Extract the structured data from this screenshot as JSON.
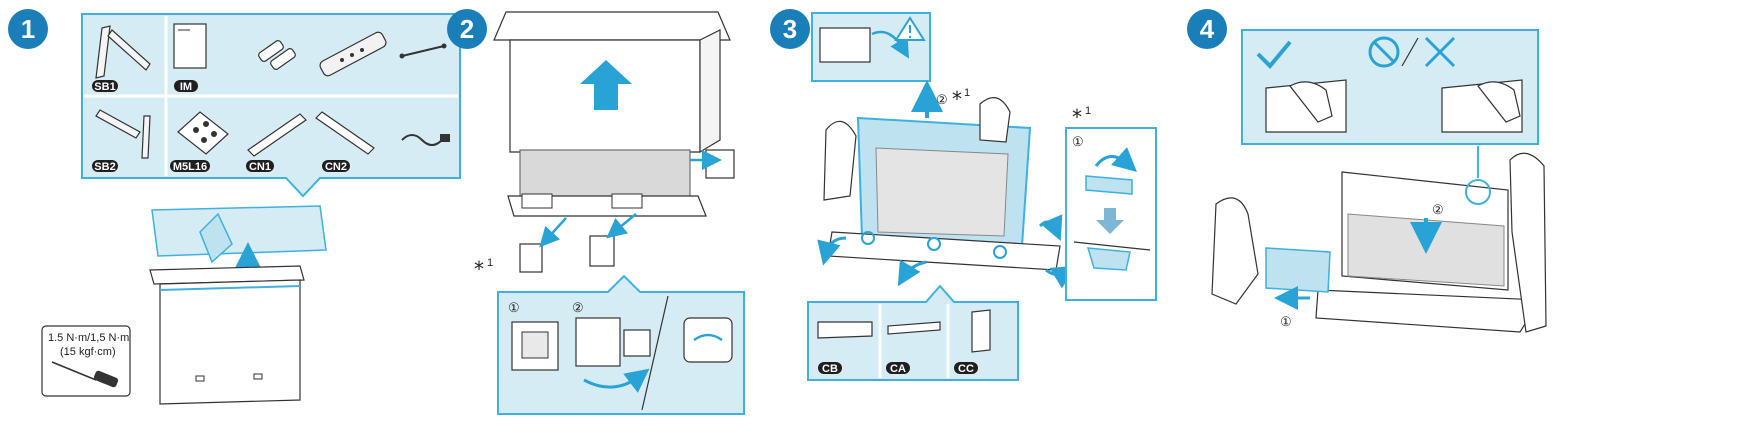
{
  "steps": [
    "1",
    "2",
    "3",
    "4"
  ],
  "step1": {
    "parts": [
      "SB1",
      "IM",
      "SB2",
      "M5L16",
      "CN1",
      "CN2"
    ],
    "torque_line1": "1.5 N·m/1,5 N·m",
    "torque_line2": "(15 kgf·cm)"
  },
  "step2": {
    "star": "*",
    "star_sup": "1",
    "sub_steps": [
      "①",
      "②"
    ]
  },
  "step3": {
    "order_label": "②",
    "star": "*",
    "star_sup": "1",
    "sub_steps": [
      "①"
    ],
    "parts": [
      "CB",
      "CA",
      "CC"
    ]
  },
  "step4": {
    "order_labels": [
      "②",
      "①"
    ]
  },
  "colors": {
    "step_badge": "#1a7fb8",
    "accent": "#29a3d6",
    "panel_bg": "#d6ecf5",
    "panel_border": "#3fb1de",
    "tag_bg": "#1f1f1f"
  },
  "icons": [
    "warning-icon",
    "check-icon",
    "prohibited-icon",
    "cross-icon",
    "screwdriver-icon"
  ]
}
